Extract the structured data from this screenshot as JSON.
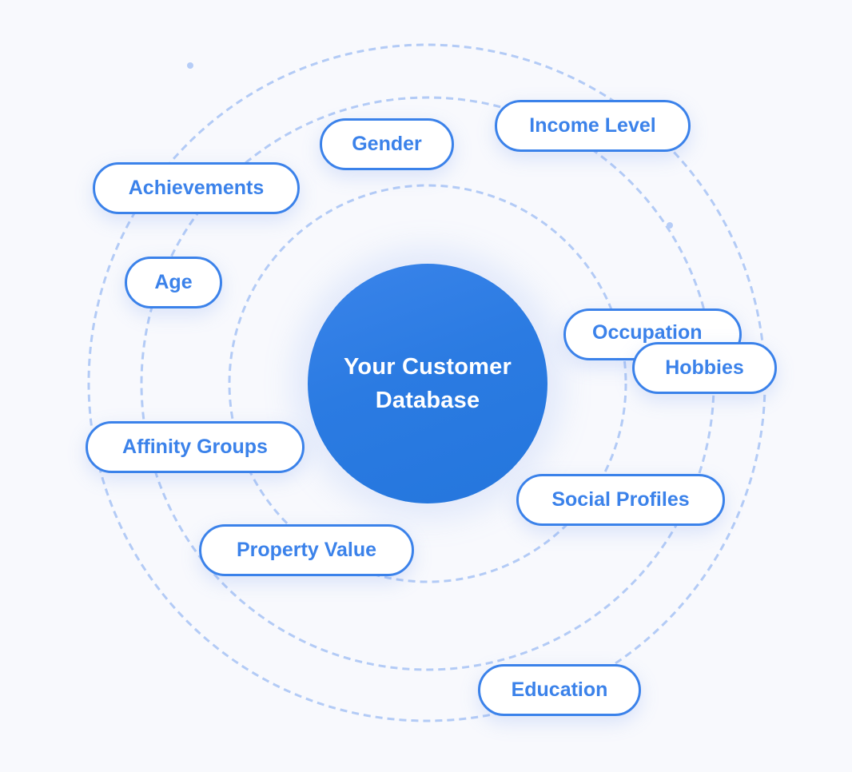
{
  "diagram": {
    "title": "Customer data attributes",
    "hub": {
      "line1": "Your Customer",
      "line2": "Database"
    },
    "attributes": [
      {
        "id": "achievements",
        "label": "Achievements"
      },
      {
        "id": "gender",
        "label": "Gender"
      },
      {
        "id": "income-level",
        "label": "Income Level"
      },
      {
        "id": "age",
        "label": "Age"
      },
      {
        "id": "occupation",
        "label": "Occupation"
      },
      {
        "id": "hobbies",
        "label": "Hobbies"
      },
      {
        "id": "affinity-groups",
        "label": "Affinity Groups"
      },
      {
        "id": "social-profiles",
        "label": "Social Profiles"
      },
      {
        "id": "property-value",
        "label": "Property Value"
      },
      {
        "id": "education",
        "label": "Education"
      }
    ],
    "ring_count": 3
  },
  "colors": {
    "accent": "#3b82ea",
    "hub_fill": "#2b7be2",
    "ring_stroke": "#b3cbf6",
    "background": "#f8f9fd",
    "pill_fill": "#ffffff"
  }
}
